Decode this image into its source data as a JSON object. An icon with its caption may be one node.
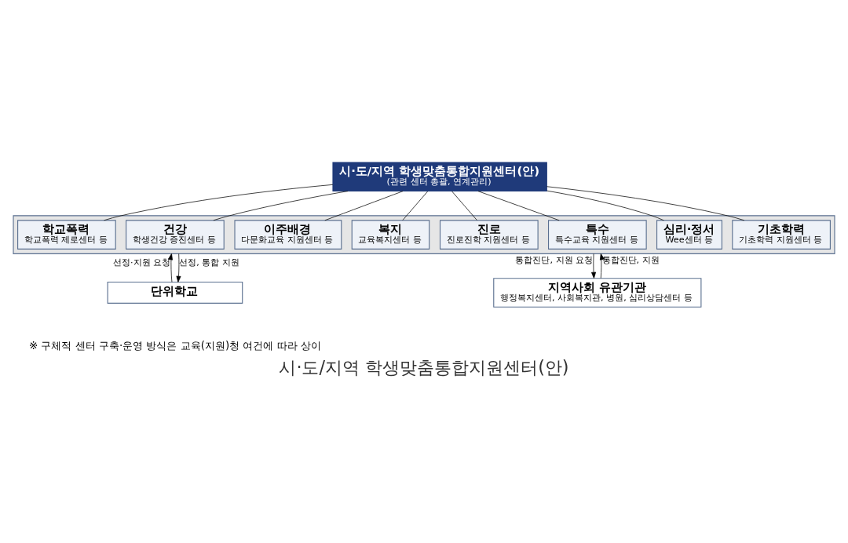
{
  "diagram": {
    "caption": "시·도/지역 학생맞춤통합지원센터(안)",
    "nodes": [
      {
        "text": [
          "시·도/지역 학생맞춤통합지원센터(안)",
          "(관련 센터 총괄, 연계관리)"
        ]
      },
      {
        "text": [],
        "shape": "box"
      },
      {
        "text": [
          "기초학력",
          "기초학력 지원센터 등"
        ],
        "in": 1
      },
      {
        "text": [
          "심리·정서",
          "Wee센터 등"
        ],
        "in": 1
      },
      {
        "text": [
          "건강",
          "학생건강 증진센터 등"
        ],
        "in": 1
      },
      {
        "text": [
          "진로",
          "진로진학 지원센터 등"
        ],
        "in": 1
      },
      {
        "text": [
          "복지",
          "교육복지센터 등"
        ],
        "in": 1
      },
      {
        "text": [
          "이주배경",
          "다문화교육 지원센터 등"
        ],
        "in": 1
      },
      {
        "text": [
          "특수",
          "특수교육 지원센터 등"
        ],
        "in": 1
      },
      {
        "text": [
          "학교폭력",
          "학교폭력 제로센터 등"
        ],
        "in": 1
      },
      {
        "text": [
          "단위학교"
        ]
      },
      {
        "text": [
          "지역사회 유관기관",
          "행정복지센터, 사회복지관, 병원, 심리상담센터 등"
        ]
      }
    ],
    "edges": [
      {
        "from": 0,
        "to": 2,
        "arrow": "none"
      },
      {
        "from": 0,
        "to": 3,
        "arrow": "none"
      },
      {
        "from": 0,
        "to": 4,
        "arrow": "none"
      },
      {
        "from": 0,
        "to": 5,
        "arrow": "none"
      },
      {
        "from": 0,
        "to": 6,
        "arrow": "none"
      },
      {
        "from": 0,
        "to": 7,
        "arrow": "none"
      },
      {
        "from": 0,
        "to": 8,
        "arrow": "none"
      },
      {
        "from": 0,
        "to": 9,
        "arrow": "none"
      },
      {
        "from": 10,
        "to": 1,
        "arrow": "to",
        "label": "선정·지원 요청"
      },
      {
        "from": 1,
        "to": 10,
        "arrow": "to",
        "label": "선정, 통합 지원"
      },
      {
        "from": 1,
        "to": 11,
        "arrow": "to",
        "label": "통합진단, 지원 요청"
      },
      {
        "from": 11,
        "to": 1,
        "arrow": "to",
        "label": "통합진단, 지원"
      }
    ],
    "labels": [
      "※ 구체적 센터 구축·운영 방식은 교육(지원)청 여건에 따라 상이"
    ]
  }
}
